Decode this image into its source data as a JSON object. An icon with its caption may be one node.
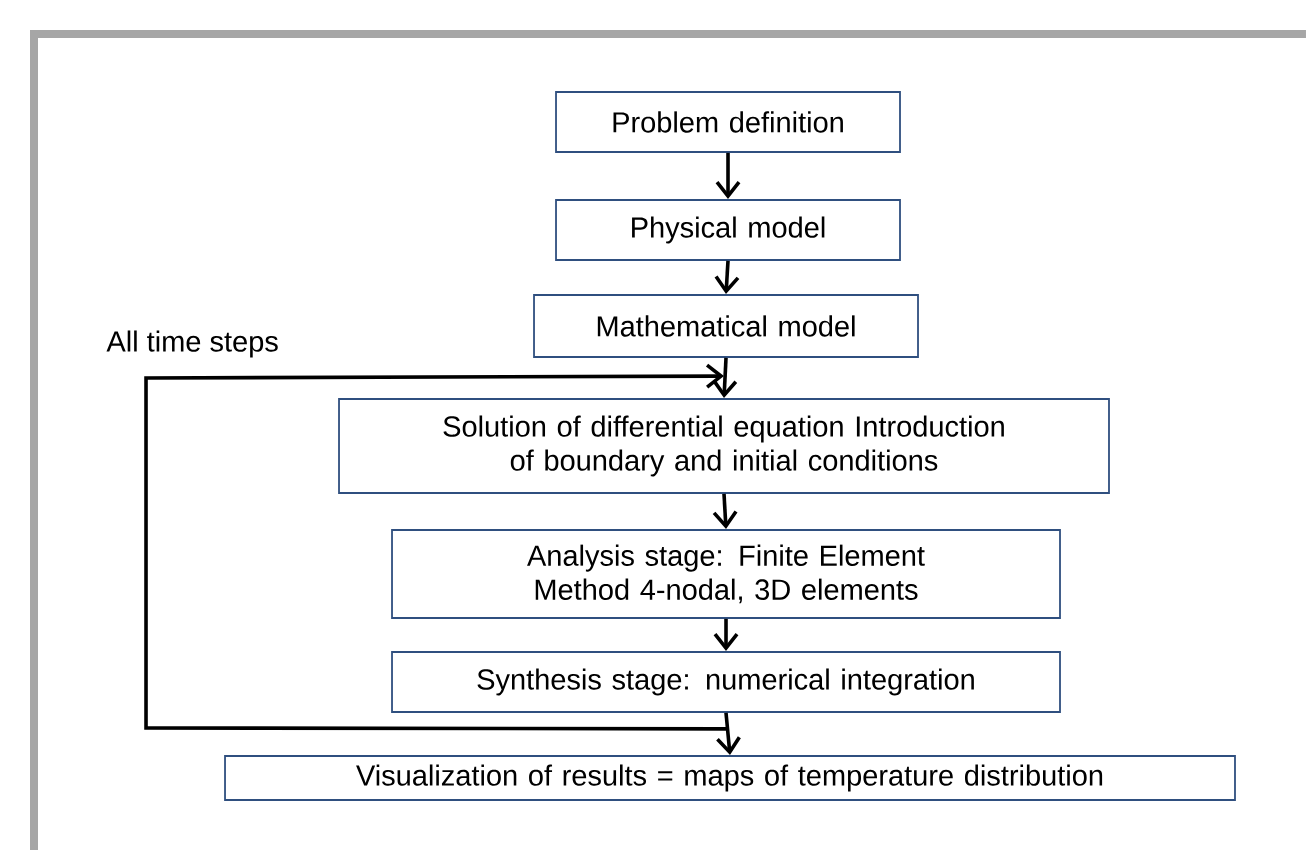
{
  "diagram": {
    "nodes": [
      {
        "text": [
          "Problem definition"
        ]
      },
      {
        "text": [
          "Physical model"
        ]
      },
      {
        "text": [
          "Mathematical model"
        ]
      },
      {
        "text": [
          "Solution of differential equation Introduction of boundary and initial conditions"
        ]
      },
      {
        "text": [
          "Analysis stage: Finite Element Method 4-nodal, 3D elements"
        ]
      },
      {
        "text": [
          "Synthesis stage:  numerical  integration"
        ]
      },
      {
        "text": [
          "Visualization of results = maps of temperature distribution"
        ]
      }
    ],
    "edges": [
      {
        "from": 0,
        "to": 1,
        "arrow": "to"
      },
      {
        "from": 1,
        "to": 2,
        "arrow": "to"
      },
      {
        "from": 2,
        "to": 3,
        "arrow": "to"
      },
      {
        "from": 3,
        "to": 4,
        "arrow": "to"
      },
      {
        "from": 4,
        "to": 5,
        "arrow": "to"
      },
      {
        "from": 5,
        "to": 6,
        "arrow": "to"
      },
      {
        "from": 5,
        "to": 3,
        "arrow": "to",
        "label": "All time steps"
      }
    ]
  }
}
